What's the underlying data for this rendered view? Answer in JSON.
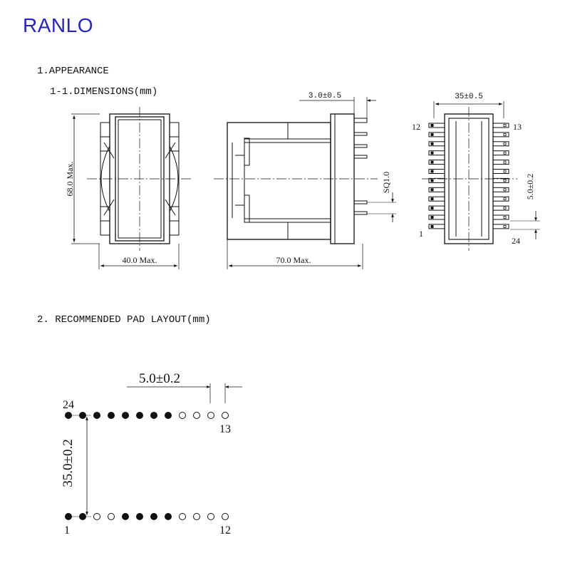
{
  "brand": {
    "name": "RANLO",
    "color": "#2424c8"
  },
  "sections": {
    "appearance": "1.APPEARANCE",
    "dimensions": "1-1.DIMENSIONS(mm)",
    "pad_layout": "2. RECOMMENDED PAD LAYOUT(mm)"
  },
  "front_view": {
    "height_label": "68.0 Max.",
    "width_label": "40.0 Max."
  },
  "side_view": {
    "length_label": "70.0 Max.",
    "pin_offset_label": "3.0±0.5",
    "pin_size_label": "SQ1.0"
  },
  "bottom_view": {
    "row_spacing_label": "35±0.5",
    "pin_pitch_label": "5.0±0.2",
    "pin_labels": {
      "p1": "1",
      "p12": "12",
      "p13": "13",
      "p24": "24"
    }
  },
  "pad_layout": {
    "pitch_label": "5.0±0.2",
    "row_spacing_label": "35.0±0.2",
    "pin_labels": {
      "p1": "1",
      "p12": "12",
      "p13": "13",
      "p24": "24"
    },
    "top_row_filled": [
      true,
      true,
      true,
      true,
      true,
      true,
      true,
      true,
      false,
      false,
      false,
      false
    ],
    "bottom_row_filled": [
      true,
      true,
      false,
      false,
      true,
      true,
      true,
      true,
      false,
      false,
      false,
      false
    ]
  }
}
